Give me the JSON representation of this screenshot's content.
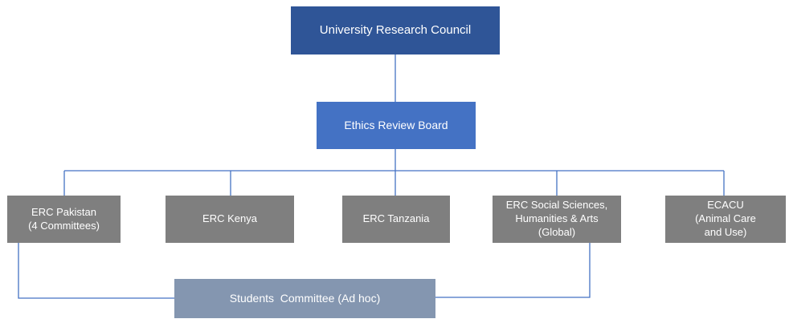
{
  "org": {
    "root": {
      "label": "University Research Council",
      "color": "#2F5597"
    },
    "board": {
      "label": "Ethics Review Board",
      "color": "#4472C4"
    },
    "committees": [
      {
        "label": "ERC Pakistan\n(4 Committees)",
        "color": "#7F7F7F"
      },
      {
        "label": "ERC Kenya",
        "color": "#7F7F7F"
      },
      {
        "label": "ERC Tanzania",
        "color": "#7F7F7F"
      },
      {
        "label": "ERC Social Sciences,\nHumanities & Arts\n(Global)",
        "color": "#7F7F7F"
      },
      {
        "label": "ECACU\n(Animal Care\nand Use)",
        "color": "#7F7F7F"
      }
    ],
    "adhoc": {
      "label": "Students  Committee (Ad hoc)",
      "color": "#8496B0"
    },
    "connector_color": "#4472C4",
    "text_color": "#FFFFFF",
    "background_color": "#FFFFFF"
  }
}
